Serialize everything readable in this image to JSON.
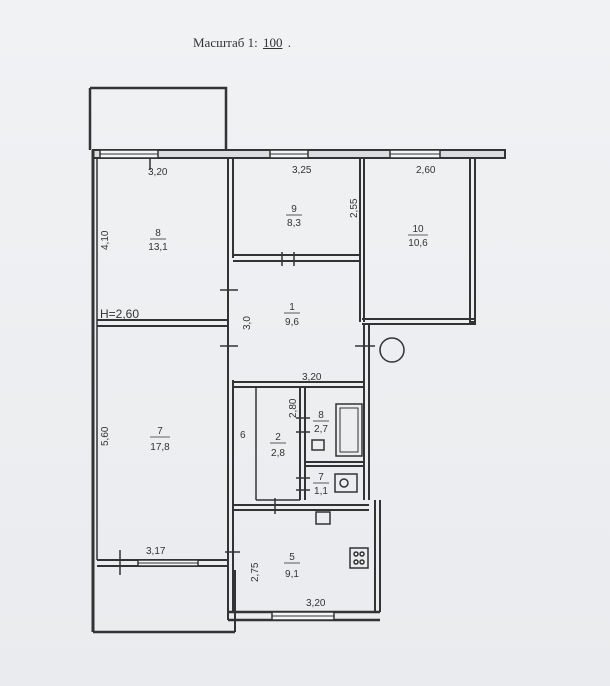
{
  "scale": {
    "label": "Масштаб 1:",
    "value": "100",
    "suffix": "."
  },
  "ceiling_height": "H=2,60",
  "rooms": [
    {
      "id": "r8",
      "num": "8",
      "area": "13,1"
    },
    {
      "id": "r9",
      "num": "9",
      "area": "8,3"
    },
    {
      "id": "r10",
      "num": "10",
      "area": "10,6"
    },
    {
      "id": "r1",
      "num": "1",
      "area": "9,6"
    },
    {
      "id": "r7",
      "num": "7",
      "area": "17,8"
    },
    {
      "id": "r2",
      "num": "2",
      "area": "2,8"
    },
    {
      "id": "rb",
      "num": "8",
      "area": "2,7"
    },
    {
      "id": "rt",
      "num": "7",
      "area": "1,1"
    },
    {
      "id": "r5",
      "num": "5",
      "area": "9,1"
    }
  ],
  "dimensions": {
    "d_320_top": "3,20",
    "d_325": "3,25",
    "d_260": "2,60",
    "d_255": "2,55",
    "d_410": "4,10",
    "d_30": "3,0",
    "d_320_mid": "3,20",
    "d_280": "2,80",
    "d_6": "6",
    "d_560": "5,60",
    "d_317": "3,17",
    "d_275": "2,75",
    "d_320_bot": "3,20"
  }
}
